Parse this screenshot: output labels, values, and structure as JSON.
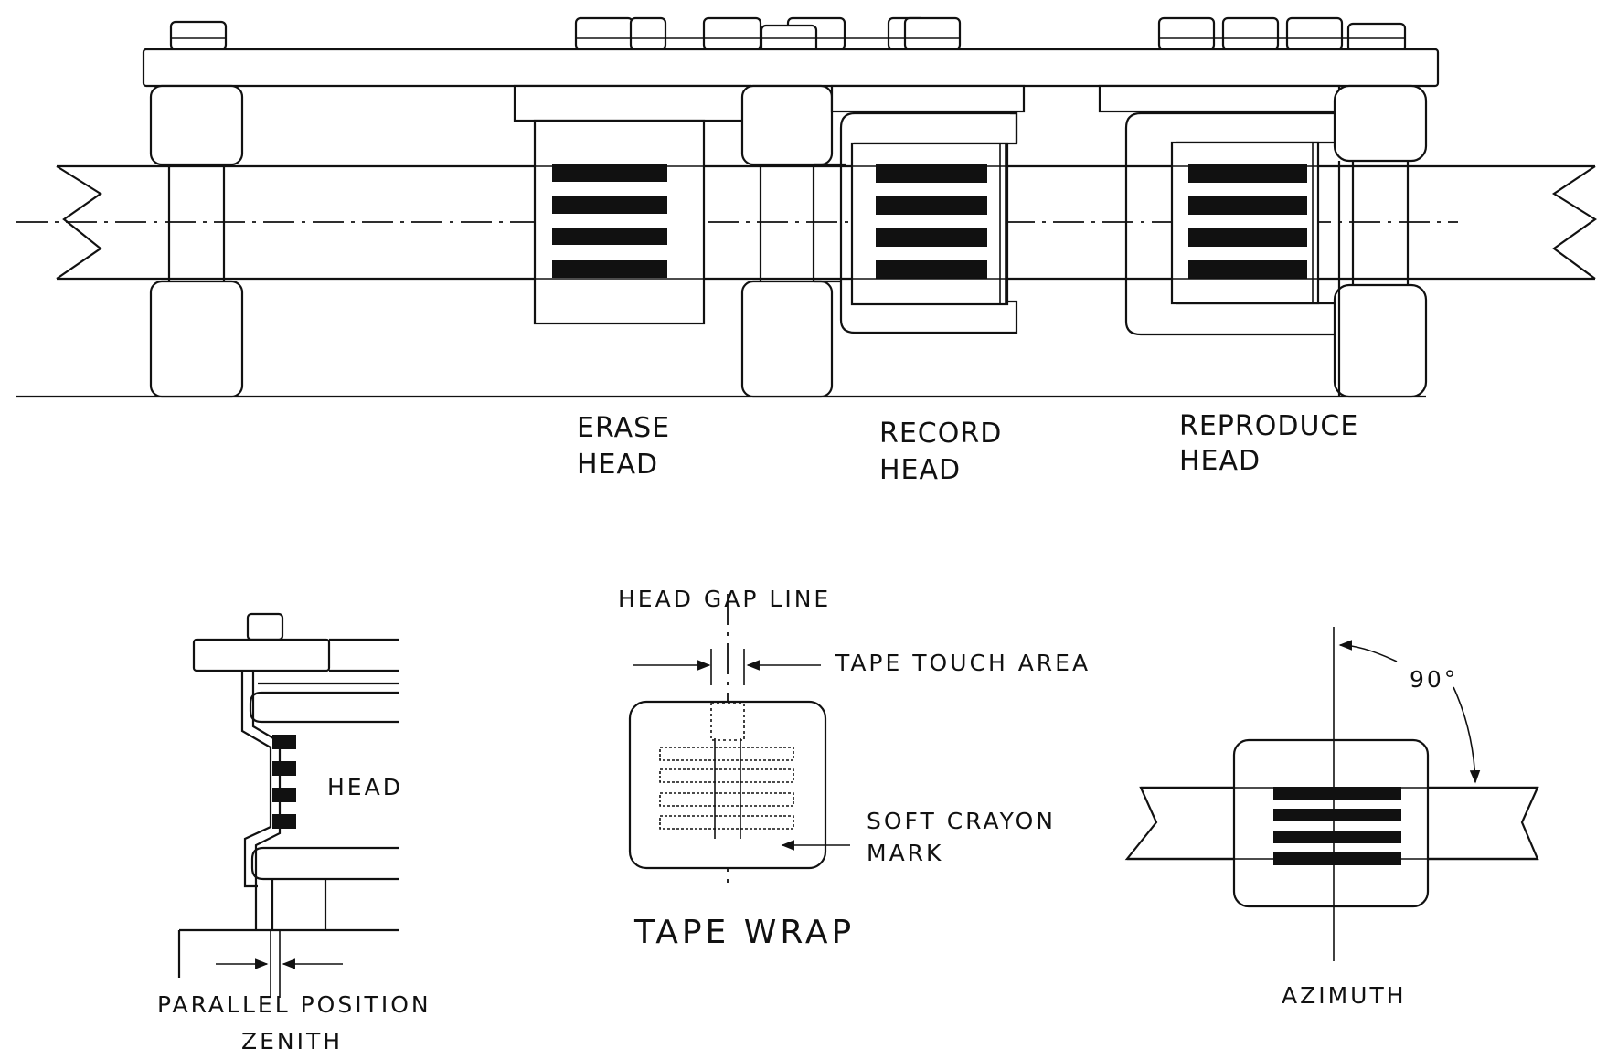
{
  "labels": {
    "erase_line1": "ERASE",
    "erase_line2": "HEAD",
    "record_line1": "RECORD",
    "record_line2": "HEAD",
    "reproduce_line1": "REPRODUCE",
    "reproduce_line2": "HEAD",
    "head": "HEAD",
    "parallel_line1": "PARALLEL POSITION",
    "parallel_line2": "ZENITH",
    "head_gap_line": "HEAD GAP LINE",
    "tape_touch_area": "TAPE TOUCH AREA",
    "soft_crayon_line1": "SOFT CRAYON",
    "soft_crayon_line2": "MARK",
    "tape_wrap": "TAPE WRAP",
    "angle": "90°",
    "azimuth": "AZIMUTH"
  }
}
